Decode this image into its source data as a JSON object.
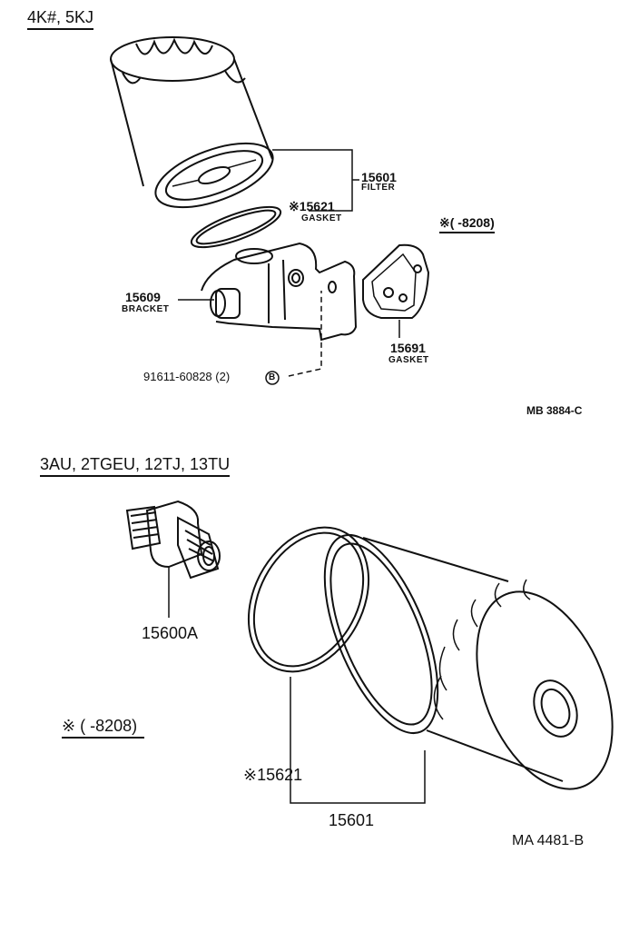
{
  "section1": {
    "title": "4K#, 5KJ",
    "filter": {
      "part": "15601",
      "name": "FILTER"
    },
    "gasket_top": {
      "part": "※15621",
      "name": "GASKET"
    },
    "bracket": {
      "part": "15609",
      "name": "BRACKET"
    },
    "gasket_plate": {
      "part": "15691",
      "name": "GASKET"
    },
    "bolt": {
      "part": "91611-60828 (2)",
      "mark": "B"
    },
    "note": "※(      -8208)",
    "ref": "MB 3884-C"
  },
  "section2": {
    "title": "3AU, 2TGEU, 12TJ, 13TU",
    "union": {
      "part": "15600A"
    },
    "gasket": {
      "part": "※15621"
    },
    "filter": {
      "part": "15601"
    },
    "note": "※ (      -8208)",
    "ref": "MA 4481-B"
  }
}
